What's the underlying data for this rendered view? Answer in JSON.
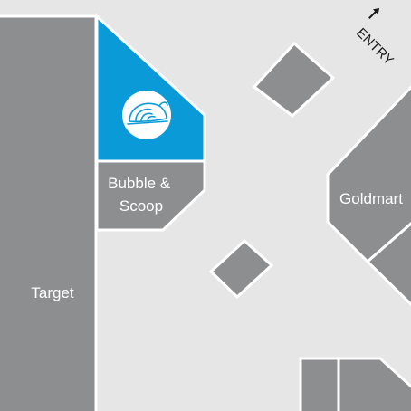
{
  "map": {
    "colors": {
      "background": "#e6e6e6",
      "store": "#8d8e90",
      "highlight": "#0a9ad8",
      "outline": "#ffffff",
      "label": "#ffffff",
      "entry_text": "#1a1a1a"
    },
    "stores": {
      "target": {
        "label": "Target"
      },
      "bubble_scoop": {
        "label_line1": "Bubble &",
        "label_line2": "Scoop"
      },
      "goldmart": {
        "label": "Goldmart"
      }
    },
    "highlighted_store": {
      "icon": "shell-icon"
    },
    "entry": {
      "label": "ENTRY",
      "icon": "arrow-up-icon"
    }
  }
}
